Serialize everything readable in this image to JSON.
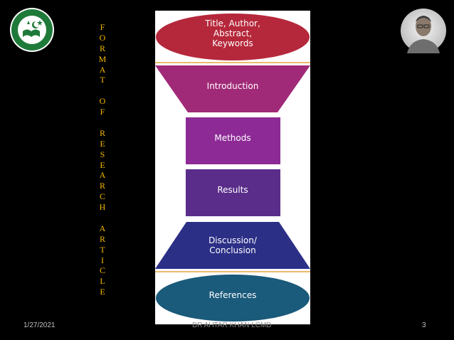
{
  "slide": {
    "vertical_title_letters": [
      "F",
      "O",
      "R",
      "M",
      "A",
      "T",
      "",
      "O",
      "F",
      "",
      "R",
      "E",
      "S",
      "E",
      "A",
      "R",
      "C",
      "H",
      "",
      "A",
      "R",
      "T",
      "I",
      "C",
      "L",
      "E"
    ],
    "title_color": "#f5b800",
    "background": "#000000"
  },
  "diagram": {
    "stages": [
      {
        "label": "Title, Author,\nAbstract,\nKeywords",
        "shape": "ellipse",
        "color": "#b5283b"
      },
      {
        "label": "Introduction",
        "shape": "inverted-trapezoid",
        "color": "#a02a78"
      },
      {
        "label": "Methods",
        "shape": "rectangle",
        "color": "#8d2a96"
      },
      {
        "label": "Results",
        "shape": "rectangle",
        "color": "#5a2d8a"
      },
      {
        "label": "Discussion/\nConclusion",
        "shape": "trapezoid",
        "color": "#2c2f86"
      },
      {
        "label": "References",
        "shape": "ellipse",
        "color": "#1a5a7a"
      }
    ],
    "separator_color": "#e8a33a"
  },
  "logo": {
    "icon": "college-emblem-icon",
    "color": "#1f7a3a"
  },
  "photo": {
    "icon": "author-portrait"
  },
  "footer": {
    "date": "1/27/2021",
    "author": "DR AHTAR KHAN LCMD",
    "page_number": "3"
  }
}
